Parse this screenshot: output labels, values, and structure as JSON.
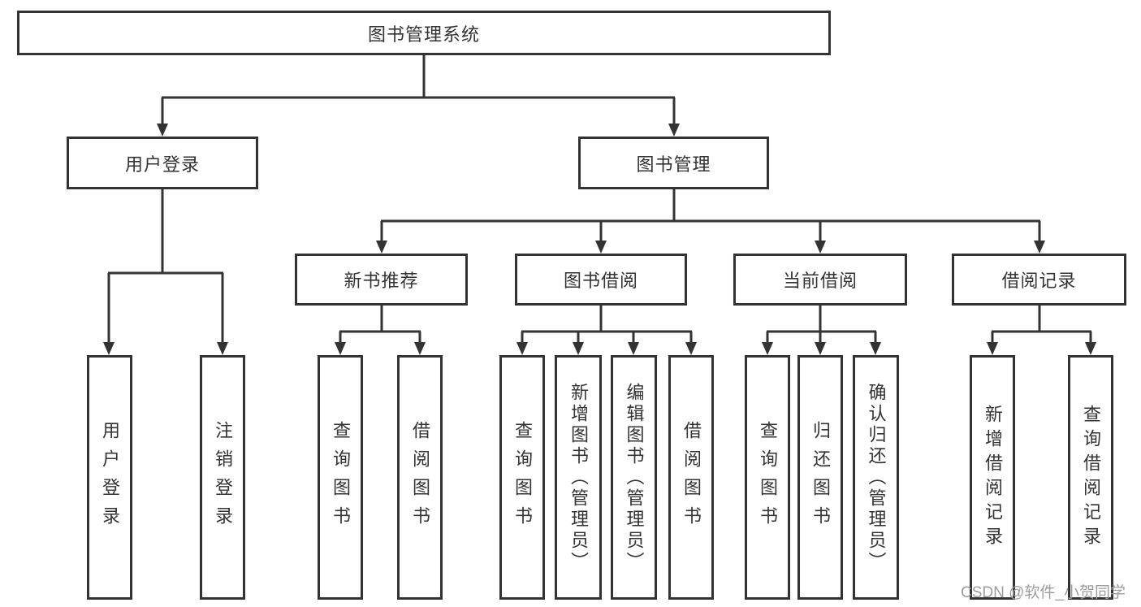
{
  "diagram": {
    "root": {
      "label": "图书管理系统"
    },
    "level1": [
      {
        "label": "用户登录"
      },
      {
        "label": "图书管理"
      }
    ],
    "level2": [
      {
        "label": "新书推荐"
      },
      {
        "label": "图书借阅"
      },
      {
        "label": "当前借阅"
      },
      {
        "label": "借阅记录"
      }
    ],
    "leaves": {
      "user_login": [
        "用户登录",
        "注销登录"
      ],
      "new_book": [
        "查询图书",
        "借阅图书"
      ],
      "book_borrow": [
        "查询图书",
        "新增图书（管理员）",
        "编辑图书（管理员）",
        "借阅图书"
      ],
      "current_borrow": [
        "查询图书",
        "归还图书",
        "确认归还（管理员）"
      ],
      "records": [
        "新增借阅记录",
        "查询借阅记录"
      ]
    },
    "colors": {
      "line": "#333333",
      "text": "#333333",
      "watermark": "#9c9c9c",
      "background": "#ffffff"
    },
    "watermark": "CSDN @软件_小贺同学"
  }
}
